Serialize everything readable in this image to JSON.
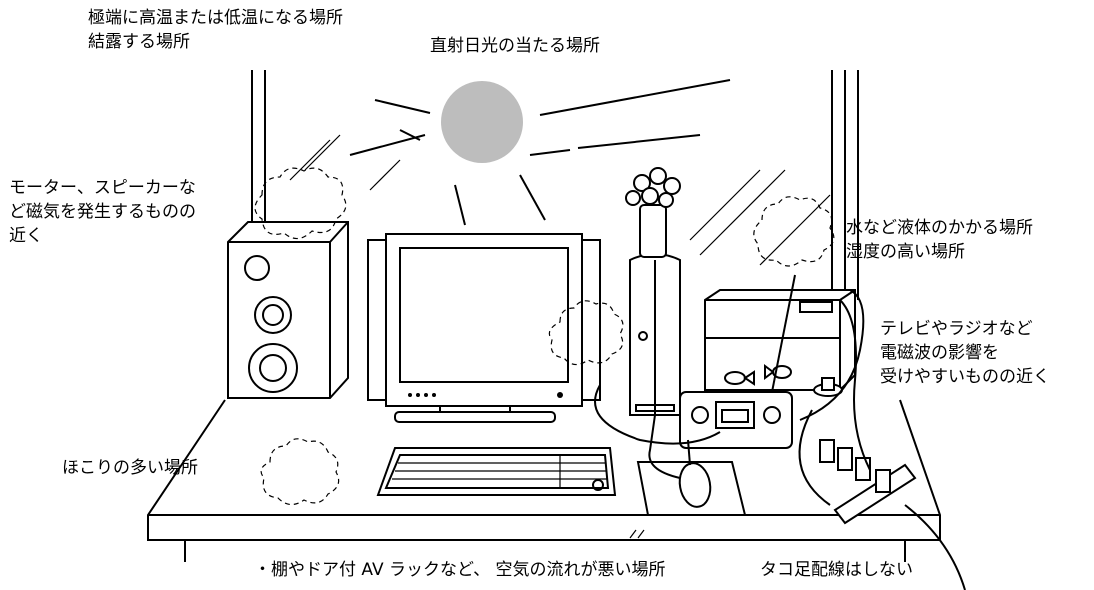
{
  "labels": {
    "extreme_temp": "極端に高温または低温になる場所\n結露する場所",
    "direct_sun": "直射日光の当たる場所",
    "magnetic": "モーター、スピーカーな\nど磁気を発生するものの\n近く",
    "liquid": "水など液体のかかる場所\n湿度の高い場所",
    "electromagnetic": "テレビやラジオなど\n電磁波の影響を\n受けやすいものの近く",
    "dust": "ほこりの多い場所",
    "airflow": "・棚やドア付 AV ラックなど、 空気の流れが悪い場所",
    "octopus": "タコ足配線はしない"
  },
  "colors": {
    "sun": "#bdbdbd",
    "line": "#000000"
  },
  "icons": [
    "sun-icon",
    "cloud-icon",
    "speaker-icon",
    "monitor-icon",
    "computer-tower-icon",
    "flower-vase-icon",
    "aquarium-icon",
    "radio-icon",
    "keyboard-icon",
    "mouse-icon",
    "power-strip-icon",
    "fish-icon"
  ]
}
